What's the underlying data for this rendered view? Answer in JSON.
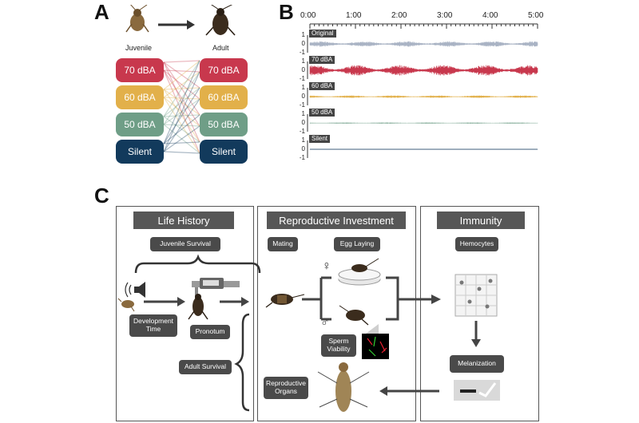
{
  "panel_a": {
    "letter": "A",
    "juvenile_label": "Juvenile",
    "adult_label": "Adult",
    "left_groups": [
      {
        "label": "70 dBA",
        "color": "#c8384d"
      },
      {
        "label": "60 dBA",
        "color": "#e2b04a"
      },
      {
        "label": "50 dBA",
        "color": "#6f9e87"
      },
      {
        "label": "Silent",
        "color": "#123a5c"
      }
    ],
    "right_groups": [
      {
        "label": "70 dBA",
        "color": "#c8384d"
      },
      {
        "label": "60 dBA",
        "color": "#e2b04a"
      },
      {
        "label": "50 dBA",
        "color": "#6f9e87"
      },
      {
        "label": "Silent",
        "color": "#123a5c"
      }
    ]
  },
  "panel_b": {
    "letter": "B",
    "time_ticks": [
      "0:00",
      "1:00",
      "2:00",
      "3:00",
      "4:00",
      "5:00"
    ],
    "y_ticks": [
      "1",
      "0",
      "-1"
    ],
    "tracks": [
      {
        "label": "Original",
        "color": "#a9b3c4",
        "amplitude": 0.28
      },
      {
        "label": "70 dBA",
        "color": "#c8384d",
        "amplitude": 0.55
      },
      {
        "label": "60 dBA",
        "color": "#e2b04a",
        "amplitude": 0.12
      },
      {
        "label": "50 dBA",
        "color": "#6f9e87",
        "amplitude": 0.04
      },
      {
        "label": "Silent",
        "color": "#123a5c",
        "amplitude": 0.0
      }
    ]
  },
  "panel_c": {
    "letter": "C",
    "life_history": {
      "title": "Life History",
      "juvenile_survival": "Juvenile Survival",
      "development_time": "Development Time",
      "pronotum": "Pronotum",
      "adult_survival": "Adult Survival"
    },
    "reproductive": {
      "title": "Reproductive Investment",
      "mating": "Mating",
      "egg_laying": "Egg Laying",
      "sperm_viability": "Sperm Viability",
      "reproductive_organs": "Reproductive Organs",
      "female_symbol": "♀",
      "male_symbol": "♂"
    },
    "immunity": {
      "title": "Immunity",
      "hemocytes": "Hemocytes",
      "melanization": "Melanization"
    }
  }
}
